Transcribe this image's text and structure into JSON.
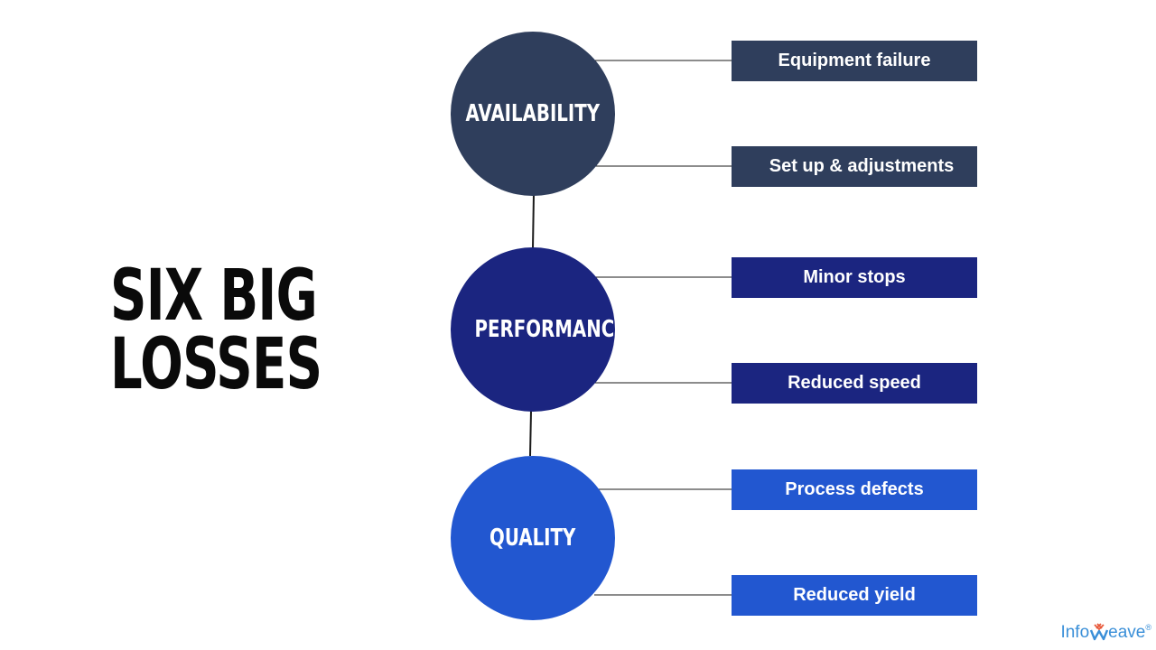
{
  "title": {
    "line1": "SIX BIG",
    "line2": "LOSSES"
  },
  "categories": [
    {
      "label": "AVAILABILITY",
      "color": "#2f3e5c",
      "losses": [
        "Equipment failure",
        "Set up & adjustments"
      ]
    },
    {
      "label": "PERFORMANCE",
      "color": "#1b2580",
      "losses": [
        "Minor stops",
        "Reduced speed"
      ]
    },
    {
      "label": "QUALITY",
      "color": "#2257d0",
      "losses": [
        "Process defects",
        "Reduced yield"
      ]
    }
  ],
  "logo": {
    "text_prefix": "Info",
    "text_suffix": "eave",
    "icon": "weave-w-logo-icon",
    "registered": "®"
  }
}
